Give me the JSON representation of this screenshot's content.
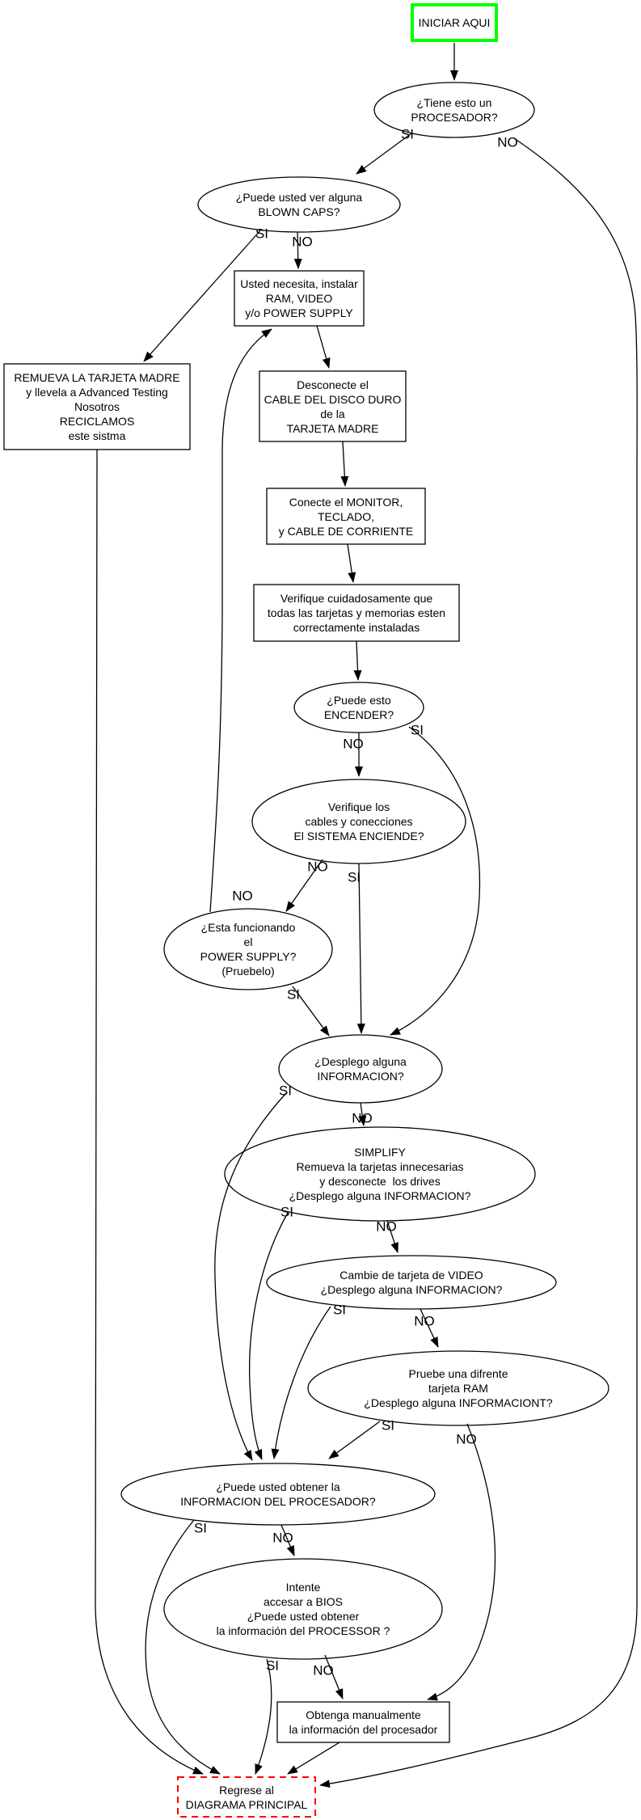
{
  "labels": {
    "yes": "SI",
    "no": "NO"
  },
  "colors": {
    "start_border": "#00ff00",
    "end_border": "#ff0000",
    "node_stroke": "#000000",
    "edge_stroke": "#000000",
    "background": "#ffffff"
  },
  "nodes": {
    "start": {
      "label": "INICIAR AQUI",
      "shape": "box"
    },
    "has_processor": {
      "label": "¿Tiene esto un\nPROCESADOR?",
      "shape": "ellipse"
    },
    "blown_caps": {
      "label": "¿Puede usted ver alguna\nBLOWN CAPS?",
      "shape": "ellipse"
    },
    "install_ram": {
      "label": "Usted necesita, instalar\nRAM, VIDEO\ny/o POWER SUPPLY",
      "shape": "box"
    },
    "remove_board": {
      "label": "REMUEVA LA TARJETA MADRE\ny llevela a Advanced Testing\nNosotros\nRECICLAMOS\neste sistma",
      "shape": "box"
    },
    "disconnect_cable": {
      "label": "Desconecte el\nCABLE DEL DISCO DURO\nde la\nTARJETA MADRE",
      "shape": "box"
    },
    "connect_monitor": {
      "label": "Conecte el MONITOR,\nTECLADO,\ny CABLE DE CORRIENTE",
      "shape": "box"
    },
    "verify_cards": {
      "label": "Verifique cuidadosamente que\ntodas las tarjetas y memorias esten\ncorrectamente instaladas",
      "shape": "box"
    },
    "power_on": {
      "label": "¿Puede esto\nENCENDER?",
      "shape": "ellipse"
    },
    "check_cables": {
      "label": "Verifique los\ncables y conecciones\nEl SISTEMA ENCIENDE?",
      "shape": "ellipse"
    },
    "psu_working": {
      "label": "¿Esta funcionando\nel\nPOWER SUPPLY?\n(Pruebelo)",
      "shape": "ellipse"
    },
    "display_info": {
      "label": "¿Desplego alguna\nINFORMACION?",
      "shape": "ellipse"
    },
    "simplify": {
      "label": "SIMPLIFY\nRemueva la tarjetas innecesarias\ny desconecte  los drives\n¿Desplego alguna INFORMACION?",
      "shape": "ellipse"
    },
    "change_video": {
      "label": "Cambie de tarjeta de VIDEO\n¿Desplego alguna INFORMACION?",
      "shape": "ellipse"
    },
    "try_ram": {
      "label": "Pruebe una difrente\ntarjeta RAM\n¿Desplego alguna INFORMACIONT?",
      "shape": "ellipse"
    },
    "get_cpu_info": {
      "label": "¿Puede usted obtener la\nINFORMACION DEL PROCESADOR?",
      "shape": "ellipse"
    },
    "try_bios": {
      "label": "Intente\naccesar a BIOS\n¿Puede usted obtener\nla información del PROCESSOR ?",
      "shape": "ellipse"
    },
    "manual_info": {
      "label": "Obtenga manualmente\nla información del procesador",
      "shape": "box"
    },
    "return_main": {
      "label": "Regrese al\nDIAGRAMA PRINCIPAL",
      "shape": "box"
    }
  }
}
